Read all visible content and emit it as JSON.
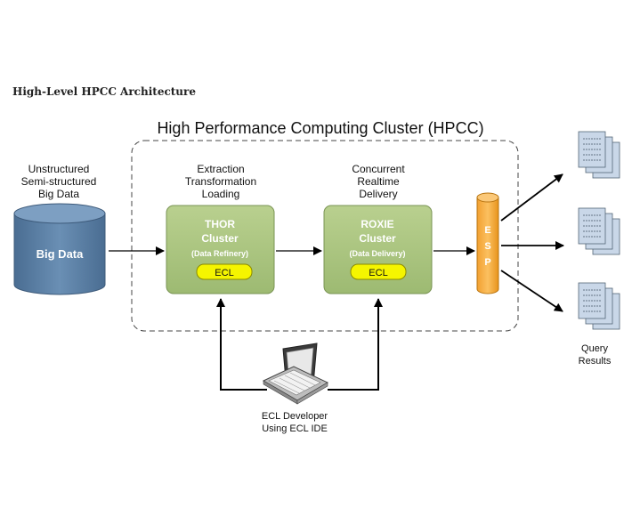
{
  "caption": "High-Level HPCC Architecture",
  "cluster_title": "High Performance Computing Cluster (HPCC)",
  "source": {
    "label_lines": [
      "Unstructured",
      "Semi-structured",
      "Big Data"
    ],
    "db_label": "Big Data"
  },
  "thor": {
    "stage_lines": [
      "Extraction",
      "Transformation",
      "Loading"
    ],
    "name": "THOR",
    "cluster": "Cluster",
    "subtitle": "(Data Refinery)",
    "ecl": "ECL"
  },
  "roxie": {
    "stage_lines": [
      "Concurrent",
      "Realtime",
      "Delivery"
    ],
    "name": "ROXIE",
    "cluster": "Cluster",
    "subtitle": "(Data Delivery)",
    "ecl": "ECL"
  },
  "esp": {
    "letters": [
      "E",
      "S",
      "P"
    ]
  },
  "results": {
    "label_lines": [
      "Query",
      "Results"
    ]
  },
  "developer": {
    "label_lines": [
      "ECL Developer",
      "Using ECL IDE"
    ]
  },
  "colors": {
    "db_fill": "#5b7fa3",
    "cluster_fill": "#a9c47f",
    "ecl_fill": "#f5f500",
    "esp_fill": "#f5a623",
    "doc_fill": "#c9d7e8"
  }
}
